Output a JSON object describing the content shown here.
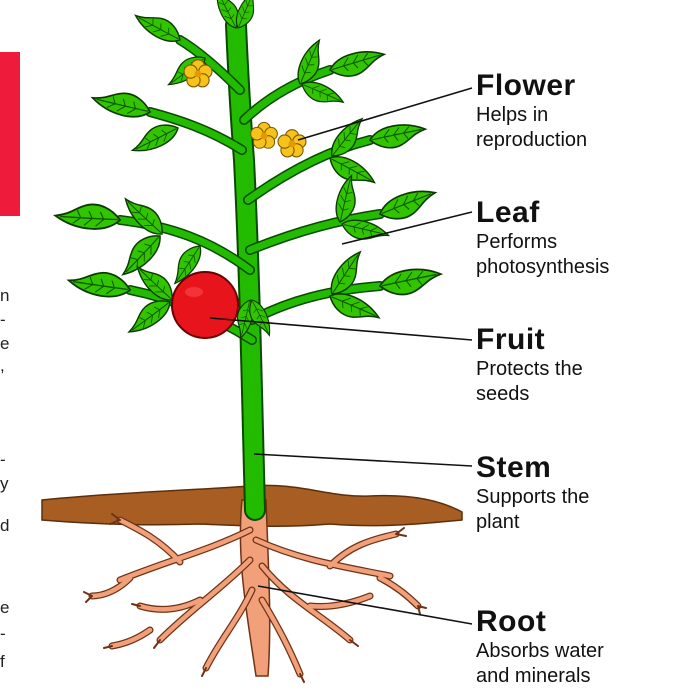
{
  "labels": {
    "flower": {
      "title": "Flower",
      "desc1": "Helps in",
      "desc2": "reproduction"
    },
    "leaf": {
      "title": "Leaf",
      "desc1": "Performs",
      "desc2": "photosynthesis"
    },
    "fruit": {
      "title": "Fruit",
      "desc1": "Protects the",
      "desc2": "seeds"
    },
    "stem": {
      "title": "Stem",
      "desc1": "Supports the",
      "desc2": "plant"
    },
    "root": {
      "title": "Root",
      "desc1": "Absorbs water",
      "desc2": "and minerals"
    }
  },
  "edge_fragments": [
    "n",
    "-",
    "e",
    ",",
    "-",
    "y",
    "d",
    "e",
    "-",
    "f"
  ],
  "colors": {
    "leaf": "#33c400",
    "leaf_vein": "#0d5a00",
    "stem": "#22bb00",
    "fruit": "#e8141c",
    "flower": "#f7c21b",
    "root": "#f2a07a",
    "soil": "#a85e22",
    "accent_red": "#ef1b3b"
  }
}
